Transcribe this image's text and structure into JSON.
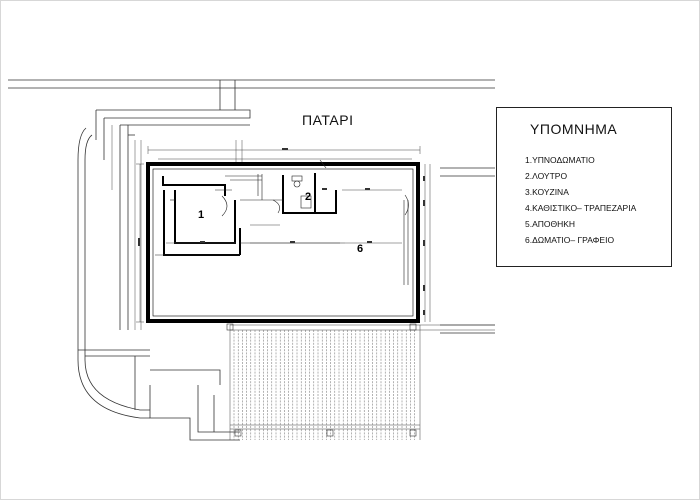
{
  "plan": {
    "title": "ΠΑΤΑΡΙ",
    "rooms": [
      {
        "number": "1"
      },
      {
        "number": "2"
      },
      {
        "number": "6"
      }
    ]
  },
  "legend": {
    "title": "ΥΠΟΜΝΗΜΑ",
    "items": [
      "1.ΥΠΝΟΔΩΜΑΤΙΟ",
      "2.ΛΟΥΤΡΟ",
      "3.ΚΟΥΖΙΝΑ",
      "4.ΚΑΘΙΣΤΙΚΟ– ΤΡΑΠΕΖΑΡΙΑ",
      "5.ΑΠΟΘΗΚΗ",
      "6.ΔΩΜΑΤΙΟ– ΓΡΑΦΕΙΟ"
    ]
  }
}
